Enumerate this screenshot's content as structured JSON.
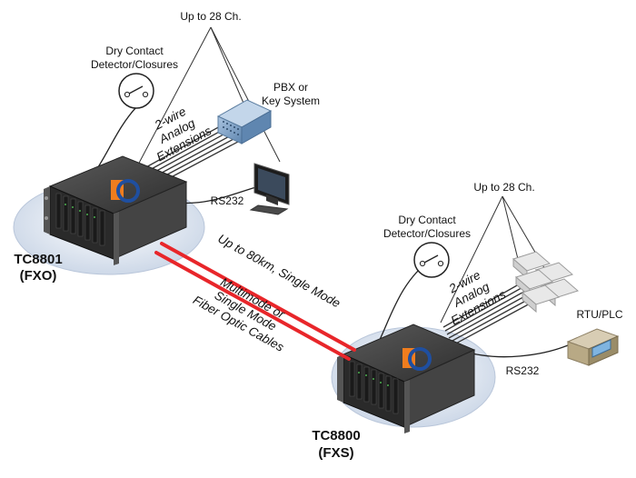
{
  "colors": {
    "fiber": "#e8262a",
    "chassis": "#3a3a3a",
    "brand_orange": "#f07d1e",
    "brand_blue": "#1f4fa0",
    "pbx": "#7a9ec2",
    "shadow_disc": "#d9e2ef"
  },
  "left_site": {
    "channels": "Up to 28 Ch.",
    "detector_line1": "Dry Contact",
    "detector_line2": "Detector/Closures",
    "extension_line1": "2-wire",
    "extension_line2": "Analog",
    "extension_line3": "Extensions",
    "pbx_line1": "PBX or",
    "pbx_line2": "Key System",
    "rs232": "RS232",
    "device_name": "TC8801",
    "device_mode": "(FXO)"
  },
  "right_site": {
    "channels": "Up to 28 Ch.",
    "detector_line1": "Dry Contact",
    "detector_line2": "Detector/Closures",
    "extension_line1": "2-wire",
    "extension_line2": "Analog",
    "extension_line3": "Extensions",
    "rtu": "RTU/PLC",
    "rs232": "RS232",
    "device_name": "TC8800",
    "device_mode": "(FXS)"
  },
  "link": {
    "distance": "Up to 80km, Single Mode",
    "cable_line1": "Multimode or",
    "cable_line2": "Single Mode",
    "cable_line3": "Fiber Optic Cables"
  },
  "icons": [
    "switch-icon",
    "pbx-icon",
    "monitor-icon",
    "phone-icon",
    "rtu-icon",
    "rack-chassis-icon",
    "logo-icon"
  ]
}
